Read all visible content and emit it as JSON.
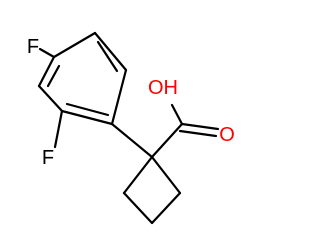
{
  "molecule": {
    "atoms": {
      "f_top": {
        "label": "F",
        "color": "#000000"
      },
      "f_bottom": {
        "label": "F",
        "color": "#000000"
      },
      "hydroxyl": {
        "label": "OH",
        "color": "#ff0000"
      },
      "carbonyl_o": {
        "label": "O",
        "color": "#ff0000"
      }
    }
  }
}
